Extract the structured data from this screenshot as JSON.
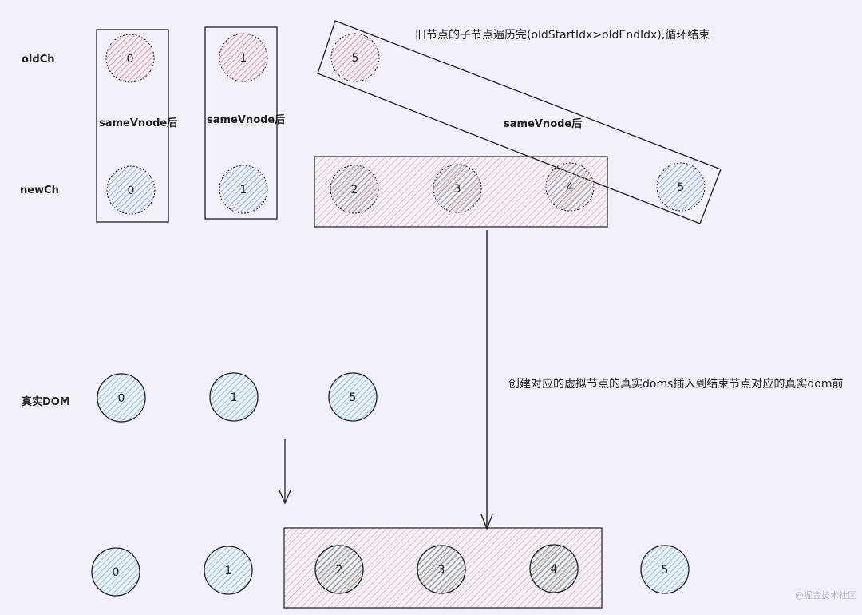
{
  "labels": {
    "old_ch": "oldCh",
    "new_ch": "newCh",
    "real_dom": "真实DOM",
    "same_vnode_1": "sameVnode后",
    "same_vnode_2": "sameVnode后",
    "same_vnode_3": "sameVnode后",
    "note_old_done": "旧节点的子节点遍历完(oldStartIdx>oldEndIdx),循环结束",
    "note_create": "创建对应的虚拟节点的真实doms插入到结束节点对应的真实dom前",
    "watermark": "@掘金技术社区"
  },
  "old_ch_nodes": [
    "0",
    "1",
    "5"
  ],
  "new_ch_nodes": [
    "0",
    "1",
    "2",
    "3",
    "4",
    "5"
  ],
  "real_dom_nodes": [
    "0",
    "1",
    "5"
  ],
  "result_dom_nodes": [
    "0",
    "1",
    "2",
    "3",
    "4",
    "5"
  ],
  "colors": {
    "background": "#f1f0fb",
    "old_node": "#ef9aa2",
    "new_node": "#90b4ec",
    "new_inserted_node": "#a9a9b0",
    "dom_node": "#8ccde0",
    "dom_inserted_node": "#8aa7a0",
    "highlight_box": "#f0a08c",
    "stroke": "#1e1e1e"
  }
}
